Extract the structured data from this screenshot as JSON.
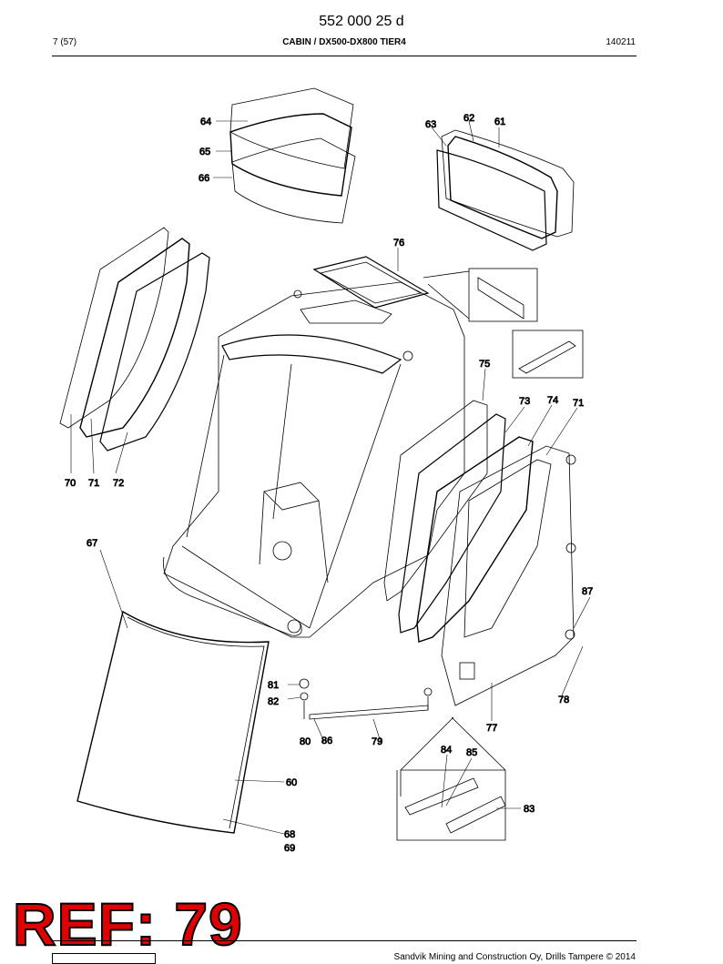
{
  "header": {
    "doc_number": "552 000 25 d",
    "page": "7 (57)",
    "title": "CABIN / DX500-DX800 TIER4",
    "date_code": "140211"
  },
  "callouts": {
    "c60": "60",
    "c61": "61",
    "c62": "62",
    "c63": "63",
    "c64": "64",
    "c65": "65",
    "c66": "66",
    "c67": "67",
    "c68": "68",
    "c69": "69",
    "c70": "70",
    "c71a": "71",
    "c71b": "71",
    "c72": "72",
    "c73": "73",
    "c74": "74",
    "c75": "75",
    "c76": "76",
    "c77": "77",
    "c78": "78",
    "c79": "79",
    "c80": "80",
    "c81": "81",
    "c82": "82",
    "c83": "83",
    "c84": "84",
    "c85": "85",
    "c86": "86",
    "c87": "87"
  },
  "stamp": {
    "text": "REF: 79"
  },
  "footer": {
    "text": "Sandvik Mining and Construction Oy, Drills Tampere © 2014"
  },
  "colors": {
    "stamp_fill": "#e00000",
    "ink": "#000000"
  }
}
